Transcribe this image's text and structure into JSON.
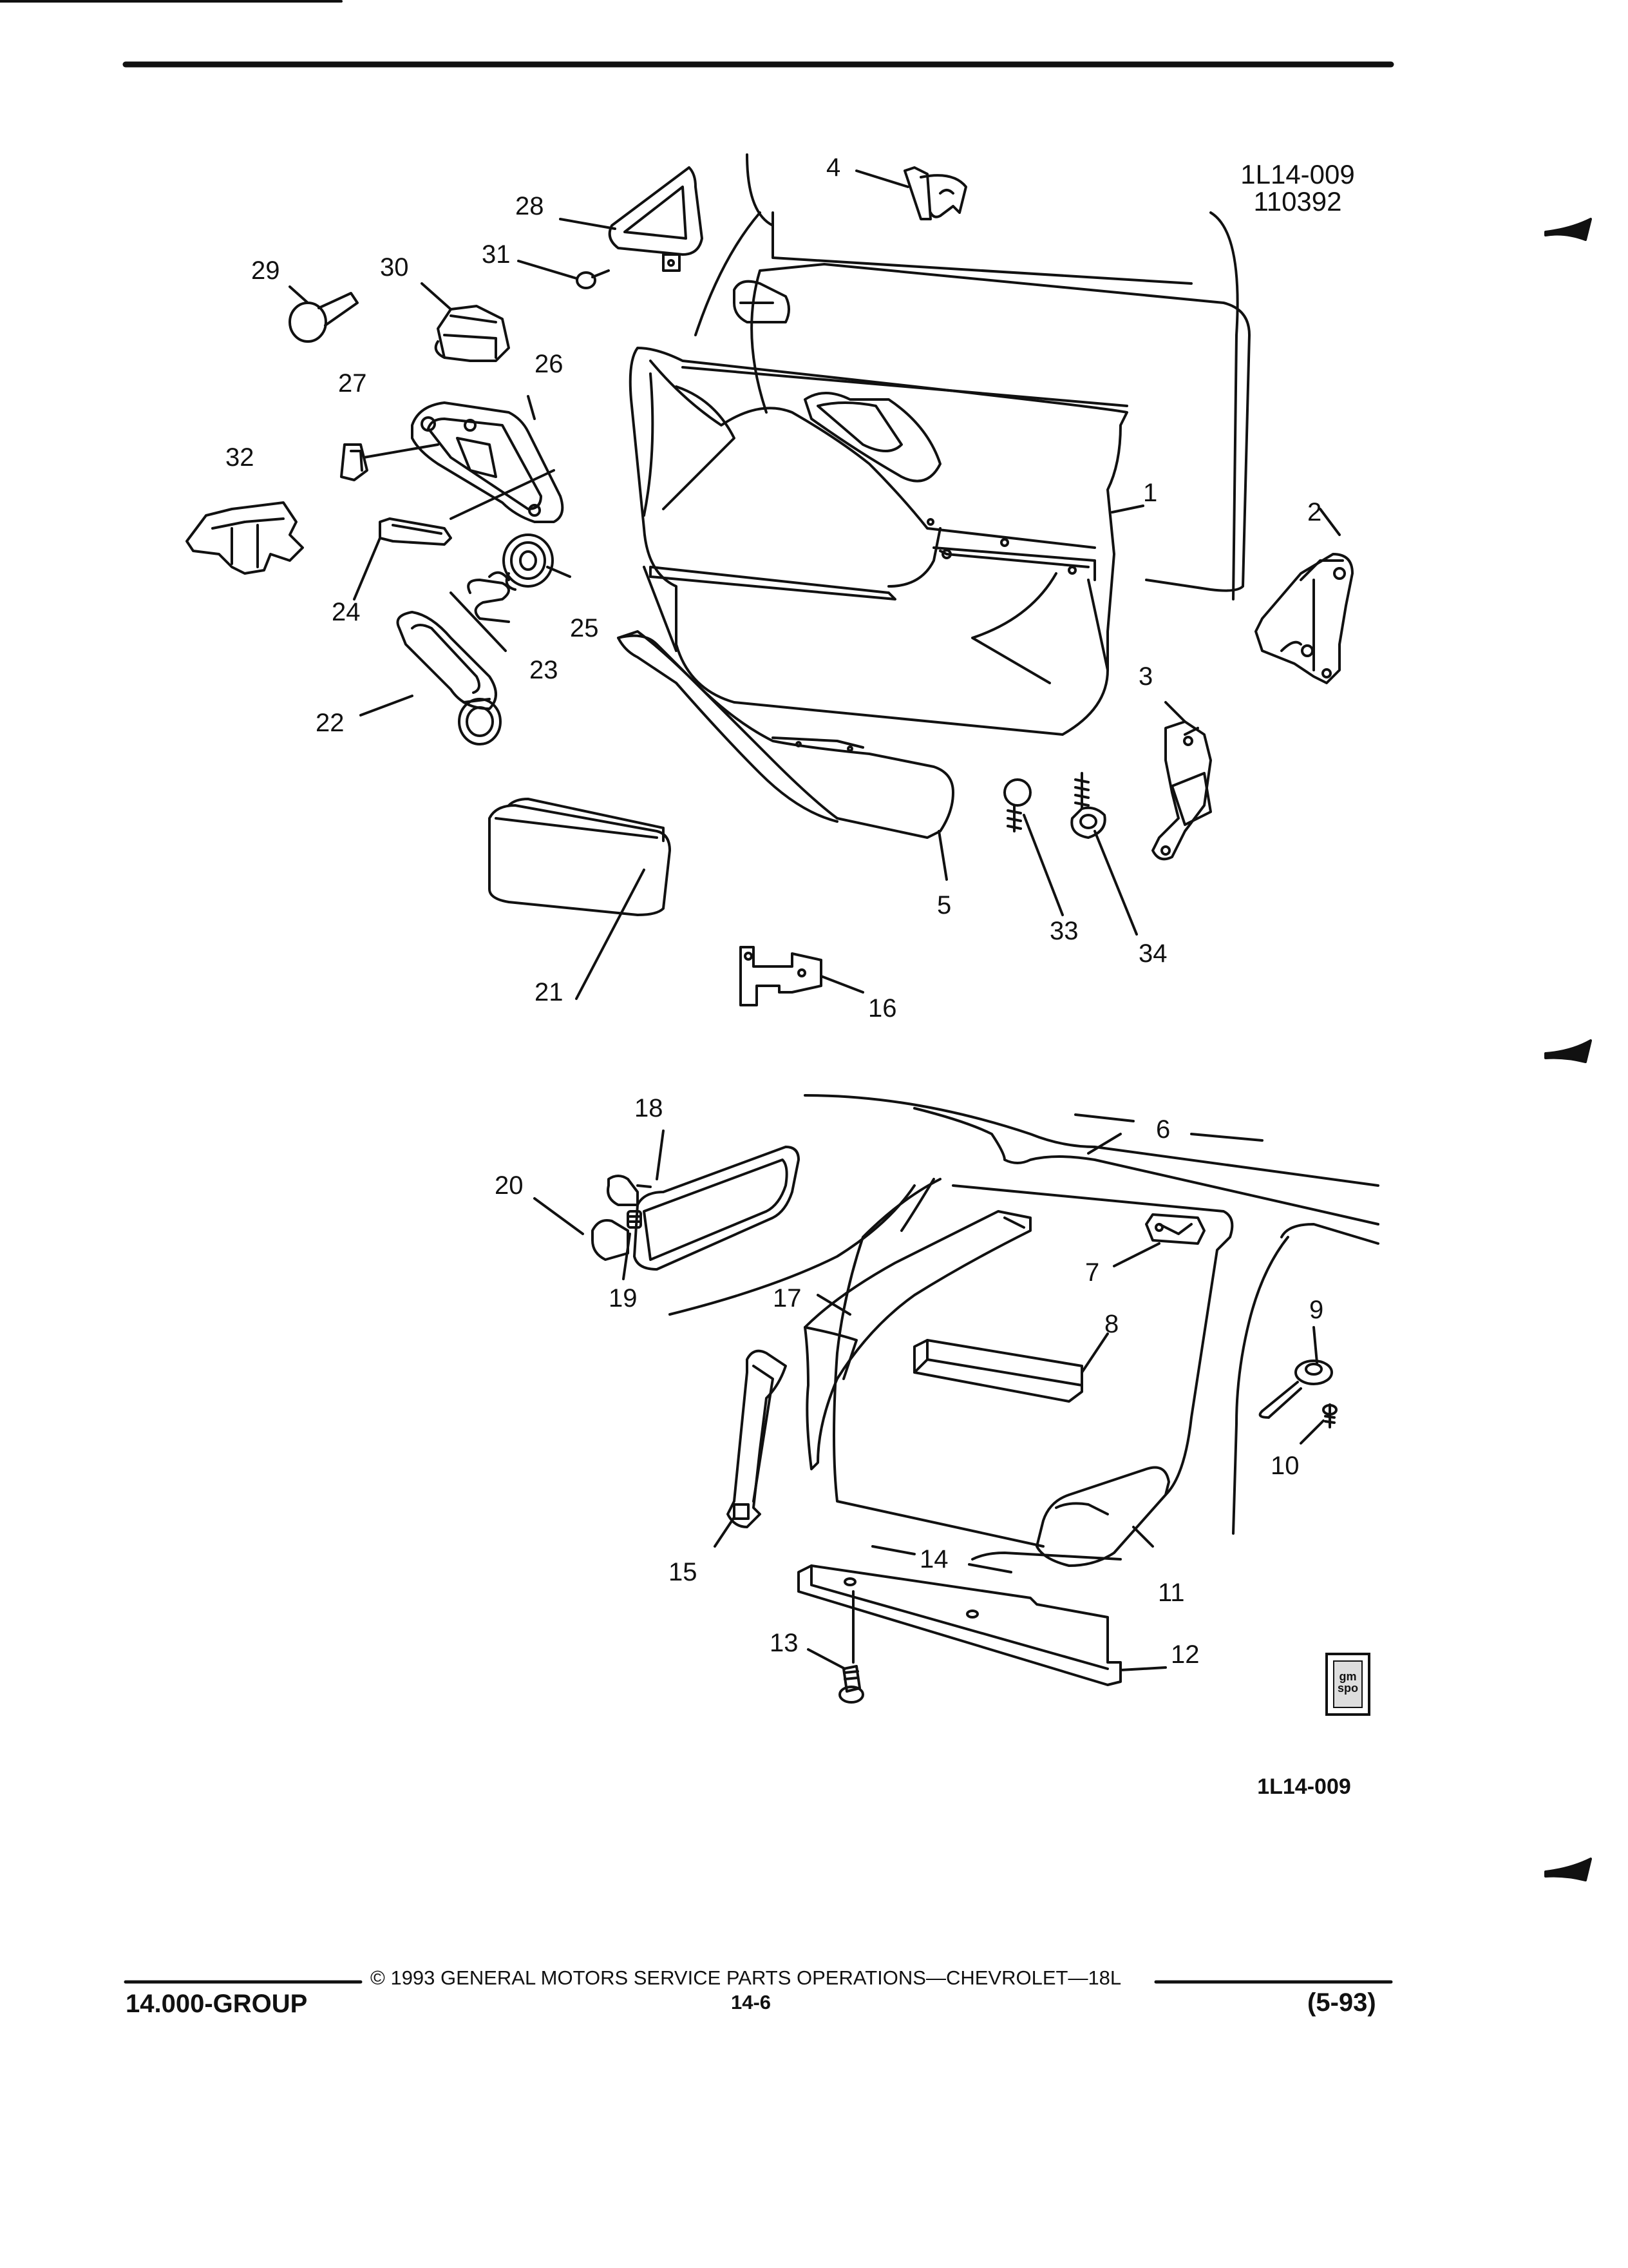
{
  "figure": {
    "id_top": "1L14-009",
    "date_code": "110392",
    "id_bottom": "1L14-009"
  },
  "callouts": [
    "1",
    "2",
    "3",
    "4",
    "5",
    "6",
    "7",
    "8",
    "9",
    "10",
    "11",
    "12",
    "13",
    "14",
    "15",
    "16",
    "17",
    "18",
    "19",
    "20",
    "21",
    "22",
    "23",
    "24",
    "25",
    "26",
    "27",
    "28",
    "29",
    "30",
    "31",
    "32",
    "33",
    "34"
  ],
  "logo": {
    "text": "gm spo"
  },
  "footer": {
    "copyright": "© 1993 GENERAL MOTORS SERVICE PARTS OPERATIONS—CHEVROLET—18L",
    "group": "14.000-GROUP",
    "page": "14-6",
    "date": "(5-93)"
  }
}
